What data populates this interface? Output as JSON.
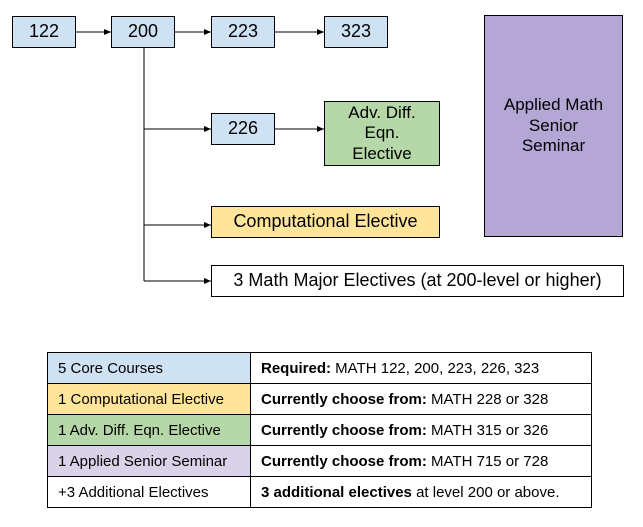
{
  "diagram": {
    "nodes": {
      "math122": "122",
      "math200": "200",
      "math223": "223",
      "math323": "323",
      "math226": "226",
      "adv_diff_elective": [
        "Adv. Diff.",
        "Eqn.",
        "Elective"
      ],
      "computational_elective": "Computational Elective",
      "math_major_electives": "3 Math Major Electives (at 200-level or higher)",
      "applied_senior_seminar": [
        "Applied Math",
        "Senior",
        "Seminar"
      ]
    }
  },
  "legend": {
    "rows": [
      {
        "category": "5 Core Courses",
        "label_bold": "Required:",
        "text": " MATH 122, 200, 223, 226, 323",
        "color": "#cfe2f3"
      },
      {
        "category": "1 Computational Elective",
        "label_bold": "Currently choose from:",
        "text": " MATH 228 or 328",
        "color": "#ffe599"
      },
      {
        "category": "1 Adv. Diff. Eqn. Elective",
        "label_bold": "Currently choose from:",
        "text": " MATH 315 or 326",
        "color": "#b6d7a8"
      },
      {
        "category": "1 Applied Senior Seminar",
        "label_bold": "Currently choose from:",
        "text": " MATH 715 or 728",
        "color": "#d9d2e9"
      },
      {
        "category": "+3 Additional Electives",
        "label_bold": "3 additional electives",
        "text": " at level 200 or above.",
        "color": "#ffffff"
      }
    ]
  }
}
